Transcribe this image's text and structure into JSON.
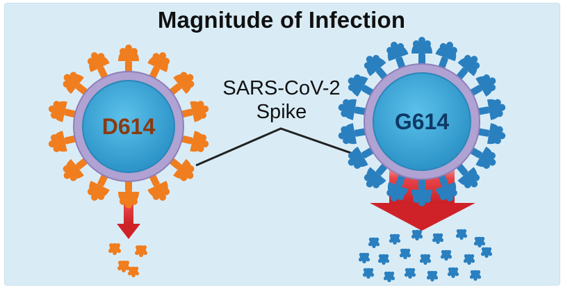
{
  "title": "Magnitude of Infection",
  "spike_label": {
    "line1": "SARS-CoV-2",
    "line2": "Spike"
  },
  "variants": {
    "left": {
      "label": "D614",
      "spike_color": "#f07d1e",
      "label_color": "#8a3a10",
      "infection": "low"
    },
    "right": {
      "label": "G614",
      "spike_color": "#2a7fbf",
      "label_color": "#0e3a66",
      "infection": "high"
    }
  },
  "colors": {
    "background": "#d9ecf6",
    "envelope": "#b0a2d2",
    "core": "#3aa8d8",
    "arrow": "#d9252b"
  }
}
